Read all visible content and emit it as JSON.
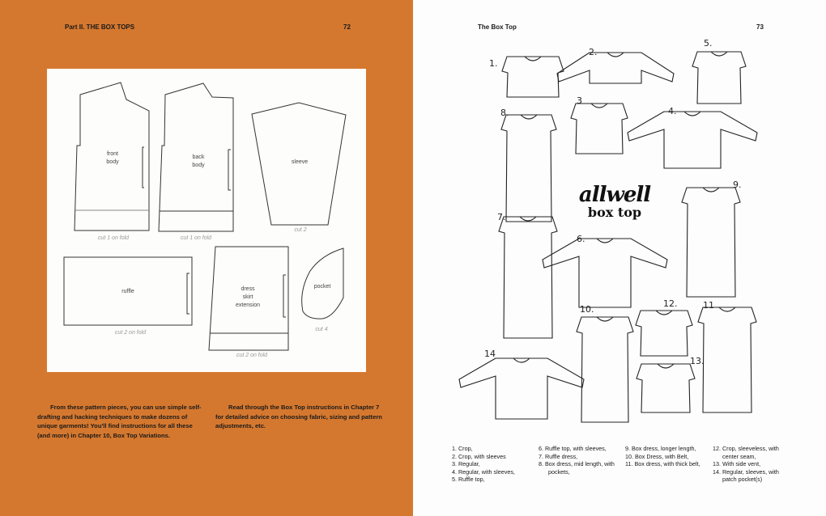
{
  "left_page": {
    "header": "Part II. THE BOX TOPS",
    "page_number": "72",
    "pattern_pieces": {
      "front_body": [
        "front",
        "body"
      ],
      "front_body_cut": "cut 1 on fold",
      "back_body": [
        "back",
        "body"
      ],
      "back_body_cut": "cut 1 on fold",
      "sleeve": "sleeve",
      "sleeve_cut": "cut 2",
      "ruffle": "ruffle",
      "ruffle_cut": "cut 2 on fold",
      "dress_skirt_extension": [
        "dress",
        "skirt",
        "extension"
      ],
      "dress_skirt_extension_cut": "cut 2 on fold",
      "pocket": "pocket",
      "pocket_cut": "cut 4"
    },
    "paragraph_1": "From these pattern pieces, you can use simple self-drafting and hacking techniques to make dozens of unique garments! You'll find instructions for all these (and more) in Chapter 10, Box Top Variations.",
    "paragraph_2": "Read through the Box Top instructions in Chapter 7 for detailed advice on choosing fabric, sizing and pattern adjustments, etc.",
    "background_color": "#d5782f"
  },
  "right_page": {
    "header": "The Box Top",
    "page_number": "73",
    "logo": [
      "allwell",
      "box top"
    ],
    "sketch_numbers": [
      "1.",
      "2.",
      "3",
      "4.",
      "5.",
      "6.",
      "7.",
      "8.",
      "9.",
      "10.",
      "11",
      "12.",
      "13.",
      "14"
    ],
    "legend": [
      [
        "1. Crop,",
        "2. Crop, with sleeves",
        "3. Regular,",
        "4. Regular, with sleeves,",
        "5. Ruffle top,"
      ],
      [
        "6. Ruffle top, with sleeves,",
        "7. Ruffle dress,",
        "8. Box dress, mid length, with pockets,"
      ],
      [
        "9. Box dress, longer length,",
        "10. Box Dress, with Belt,",
        "11. Box dress, with thick belt,"
      ],
      [
        "12. Crop, sleeveless, with center seam,",
        "13. With side vent,",
        "14. Regular,  sleeves, with patch pocket(s)"
      ]
    ]
  }
}
